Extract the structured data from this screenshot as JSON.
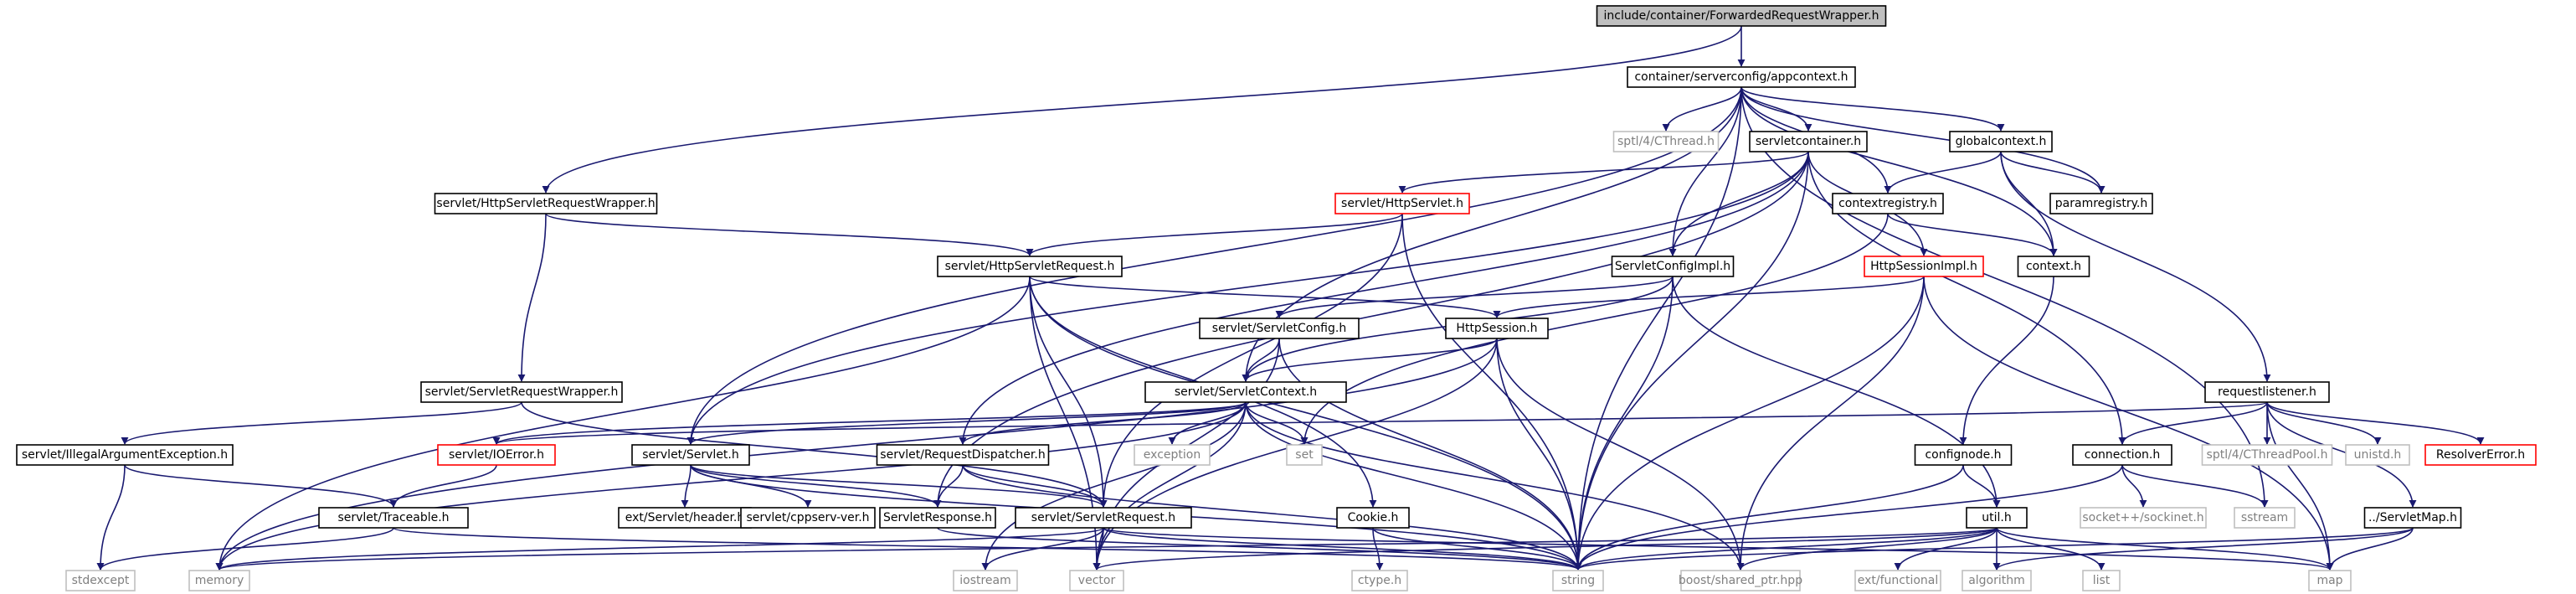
{
  "title": "include/container/ForwardedRequestWrapper.h",
  "colors": {
    "edge": "#191970",
    "normal_border": "#000000",
    "missing_border": "#ff0000",
    "external_border": "#bfbfbf",
    "external_text": "#808080",
    "root_fill": "#bfbfbf"
  },
  "nodes": {
    "root": "include/container/ForwardedRequestWrapper.h",
    "appcontext": "container/serverconfig/appcontext.h",
    "hsrw": "servlet/HttpServletRequestWrapper.h",
    "cthread": "sptl/4/CThread.h",
    "scont": "servletcontainer.h",
    "gctx": "globalcontext.h",
    "httpservlet": "servlet/HttpServlet.h",
    "ctxreg": "contextregistry.h",
    "paramreg": "paramregistry.h",
    "hsreq": "servlet/HttpServletRequest.h",
    "scfgimpl": "ServletConfigImpl.h",
    "hsessimpl": "HttpSessionImpl.h",
    "context": "context.h",
    "scfg": "servlet/ServletConfig.h",
    "hsess": "HttpSession.h",
    "srw": "servlet/ServletRequestWrapper.h",
    "sctx": "servlet/ServletContext.h",
    "rlist": "requestlistener.h",
    "iae": "servlet/IllegalArgumentException.h",
    "ioerr": "servlet/IOError.h",
    "servlet": "servlet/Servlet.h",
    "rdisp": "servlet/RequestDispatcher.h",
    "exception": "exception",
    "set": "set",
    "cfgnode": "confignode.h",
    "conn": "connection.h",
    "ctp": "sptl/4/CThreadPool.h",
    "unistd": "unistd.h",
    "rerr": "ResolverError.h",
    "traceable": "servlet/Traceable.h",
    "exthdr": "ext/Servlet/header.h",
    "cppserv": "servlet/cppserv-ver.h",
    "sresp": "ServletResponse.h",
    "sreq": "servlet/ServletRequest.h",
    "cookie": "Cookie.h",
    "util": "util.h",
    "sockinet": "socket++/sockinet.h",
    "sstream": "sstream",
    "smap": "../ServletMap.h",
    "stdexcept": "stdexcept",
    "memory": "memory",
    "iostream": "iostream",
    "vector": "vector",
    "ctype": "ctype.h",
    "string": "string",
    "shared_ptr": "boost/shared_ptr.hpp",
    "extfunc": "ext/functional",
    "algorithm": "algorithm",
    "list": "list",
    "map": "map"
  }
}
